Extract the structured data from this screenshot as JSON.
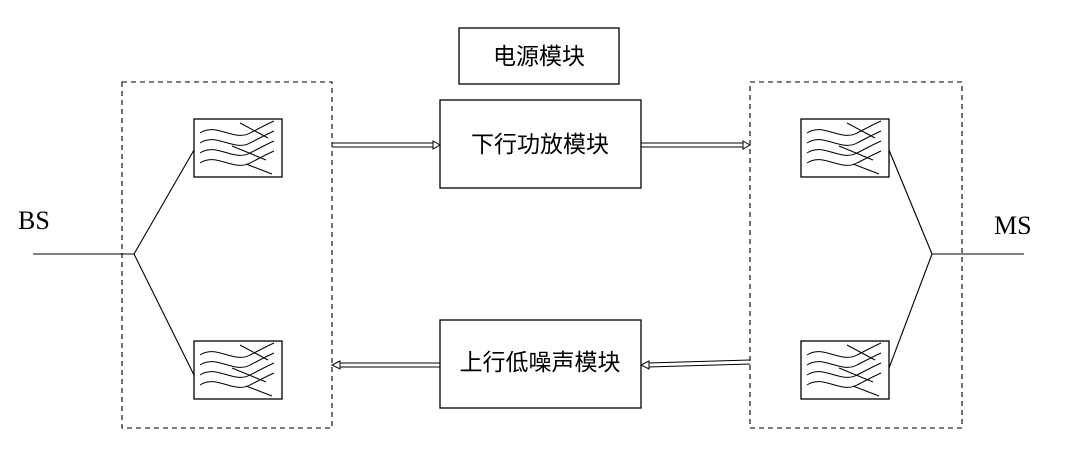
{
  "power_module": {
    "label": "电源模块"
  },
  "downlink_module": {
    "label": "下行功放模块"
  },
  "uplink_module": {
    "label": "上行低噪声模块"
  },
  "left_terminal": {
    "label": "BS"
  },
  "right_terminal": {
    "label": "MS"
  },
  "icons": {
    "filter": "filter-icon",
    "arrow": "double-arrow-icon"
  }
}
